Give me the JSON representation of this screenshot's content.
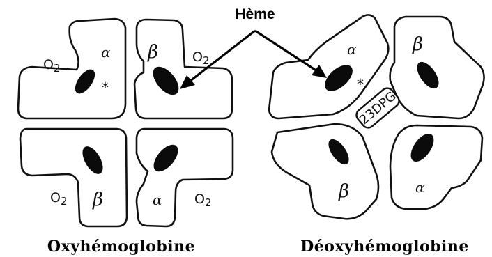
{
  "labels": {
    "heme": "Hème",
    "oxy_title": "Oxyhémoglobine",
    "deoxy_title": "Déoxyhémoglobine",
    "dpg": "23DPG",
    "alpha": "α",
    "beta": "β",
    "o2": "O",
    "o2_sub": "2",
    "star": "*"
  }
}
